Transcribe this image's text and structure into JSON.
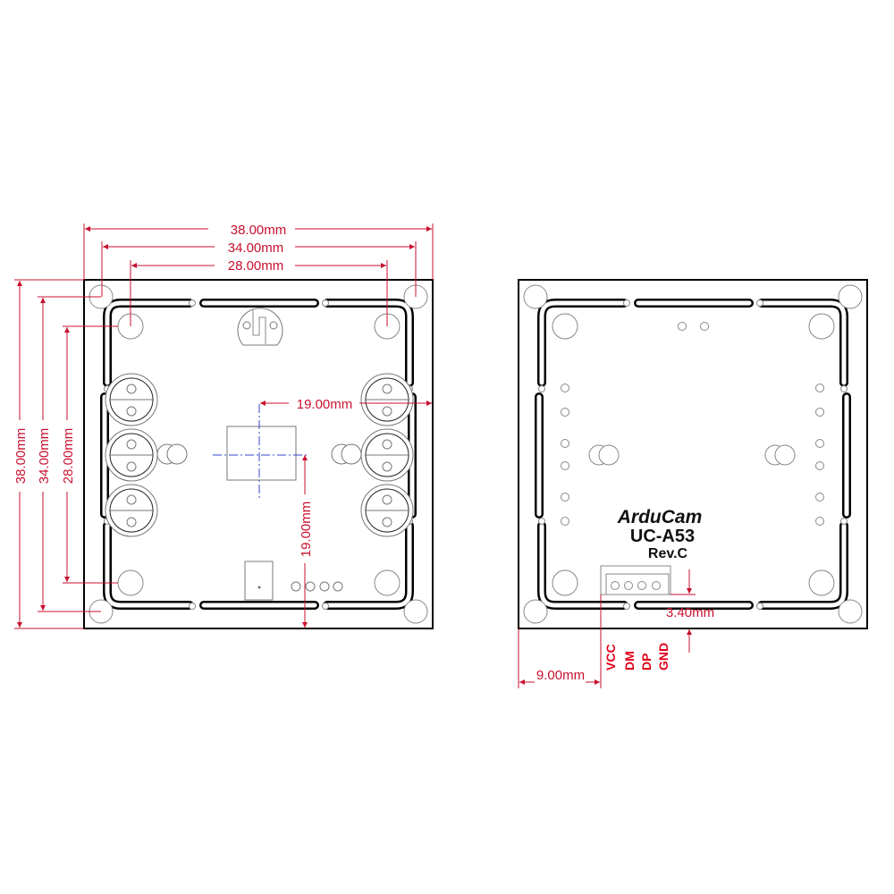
{
  "front_view": {
    "dimensions": {
      "width_outer": "38.00mm",
      "width_holes": "34.00mm",
      "width_inner_holes": "28.00mm",
      "height_outer": "38.00mm",
      "height_holes": "34.00mm",
      "height_inner_holes": "28.00mm",
      "center_x": "19.00mm",
      "center_y": "19.00mm"
    }
  },
  "back_view": {
    "brand": "ArduCam",
    "model": "UC-A53",
    "revision": "Rev.C",
    "pins": [
      "VCC",
      "DM",
      "DP",
      "GND"
    ],
    "dimensions": {
      "connector_offset": "9.00mm",
      "connector_edge": "3.40mm"
    }
  },
  "colors": {
    "dimension": "#c8102e",
    "centerline": "#3344cc",
    "board": "#000000"
  }
}
